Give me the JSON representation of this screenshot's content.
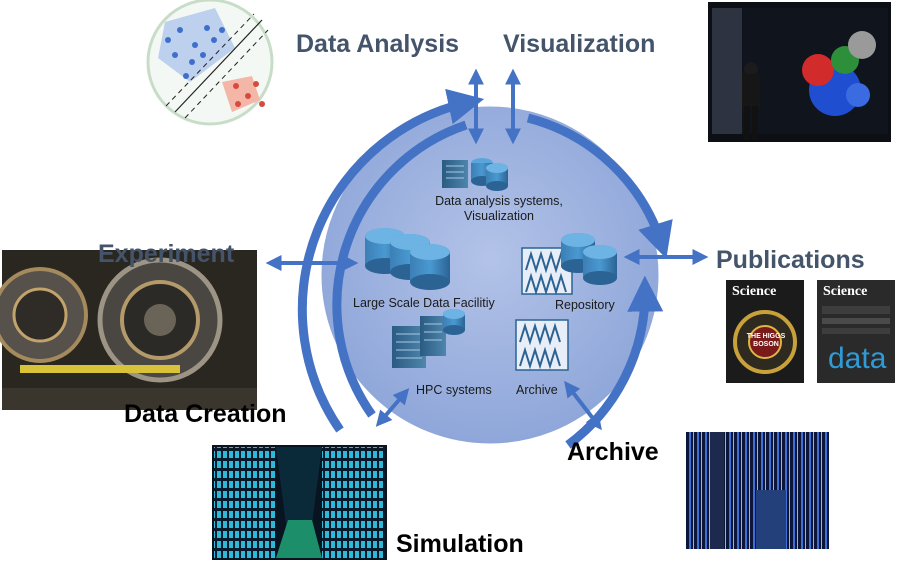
{
  "labels": {
    "data_analysis": "Data Analysis",
    "visualization": "Visualization",
    "experiment": "Experiment",
    "publications": "Publications",
    "data_creation": "Data Creation",
    "archive": "Archive",
    "simulation": "Simulation"
  },
  "center": {
    "analysis_line1": "Data analysis systems,",
    "analysis_line2": "Visualization",
    "large_scale": "Large Scale Data Facilitiy",
    "repository": "Repository",
    "hpc": "HPC systems",
    "archive": "Archive"
  },
  "covers": {
    "science1_mast": "Science",
    "science1_text": "THE HIGGS BOSON",
    "science2_mast": "Science",
    "science2_text": "data"
  },
  "colors": {
    "arrow": "#4472c4",
    "circle_fill": "#9db2e0",
    "label_gray": "#44546a"
  }
}
